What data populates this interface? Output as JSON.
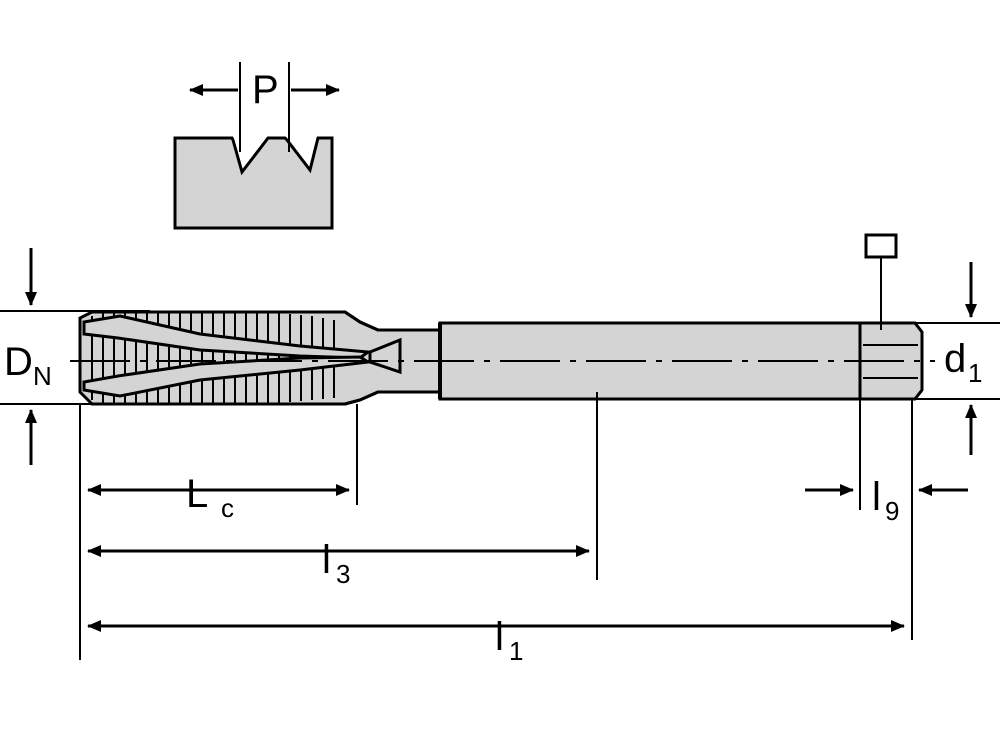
{
  "figure": {
    "title": "Machine tap technical drawing",
    "background_color": "#ffffff",
    "line_color": "#000000",
    "body_fill": "#d4d4d4"
  },
  "labels": {
    "pitch": "P",
    "nominal_diameter_main": "D",
    "nominal_diameter_sub": "N",
    "shank_diameter_main": "d",
    "shank_diameter_sub": "1",
    "chamfer_length_main": "L",
    "chamfer_length_sub": "c",
    "thread_length_main": "l",
    "thread_length_sub": "3",
    "overall_length_main": "l",
    "overall_length_sub": "1",
    "square_length_main": "l",
    "square_length_sub": "9"
  },
  "icons": {
    "thread_profile": "thread-profile-detail",
    "square_drive": "square-drive-marker",
    "centerline": "center-line"
  }
}
